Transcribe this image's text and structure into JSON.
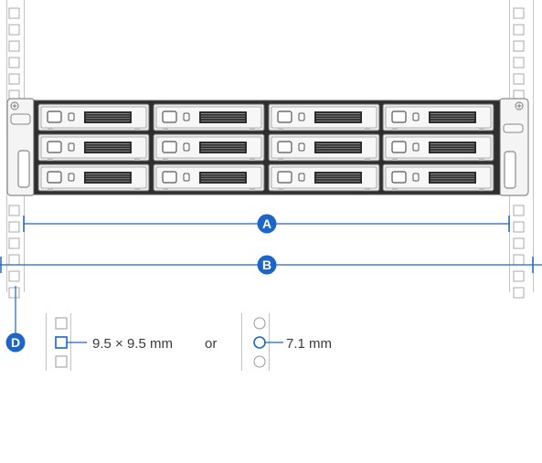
{
  "markers": {
    "a": "A",
    "b": "B",
    "d": "D"
  },
  "legend": {
    "square_hole_size": "9.5 × 9.5 mm",
    "separator": "or",
    "round_hole_size": "7.1 mm"
  },
  "colors": {
    "accent": "#1c66c9",
    "rail_stroke": "#b5b5b5",
    "chassis_stroke": "#6c6c6c",
    "bay_fill": "#ececec",
    "text": "#3a3a3a"
  }
}
